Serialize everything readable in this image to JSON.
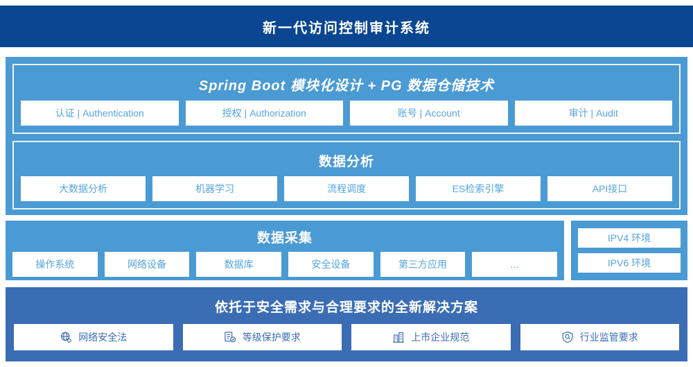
{
  "header": {
    "title": "新一代访问控制审计系统"
  },
  "platform": {
    "sections": [
      {
        "title": "Spring Boot 模块化设计 + PG 数据仓储技术",
        "chips": [
          {
            "label": "认证 | Authentication"
          },
          {
            "label": "授权 | Authorization"
          },
          {
            "label": "账号 | Account"
          },
          {
            "label": "审计 | Audit"
          }
        ]
      },
      {
        "title": "数据分析",
        "chips": [
          {
            "label": "大数据分析"
          },
          {
            "label": "机器学习"
          },
          {
            "label": "流程调度"
          },
          {
            "label": "ES检索引擎"
          },
          {
            "label": "API接口"
          }
        ]
      }
    ]
  },
  "collection": {
    "title": "数据采集",
    "chips": [
      {
        "label": "操作系统"
      },
      {
        "label": "网络设备"
      },
      {
        "label": "数据库"
      },
      {
        "label": "安全设备"
      },
      {
        "label": "第三方应用"
      },
      {
        "label": "…"
      }
    ]
  },
  "environment": {
    "chips": [
      {
        "label": "IPV4 环境"
      },
      {
        "label": "IPV6 环境"
      }
    ]
  },
  "compliance": {
    "title": "依托于安全需求与合理要求的全新解决方案",
    "chips": [
      {
        "label": "网络安全法",
        "icon": "globe-icon"
      },
      {
        "label": "等级保护要求",
        "icon": "document-check-icon"
      },
      {
        "label": "上市企业规范",
        "icon": "bank-building-icon"
      },
      {
        "label": "行业监管要求",
        "icon": "shield-search-icon"
      }
    ]
  },
  "colors": {
    "header_navy": "#0a4691",
    "panel_blue": "#4a9ad4",
    "compliance_blue": "#3b6db5",
    "chip_text_blue": "#55a5dd",
    "chip_white": "#ffffff"
  }
}
